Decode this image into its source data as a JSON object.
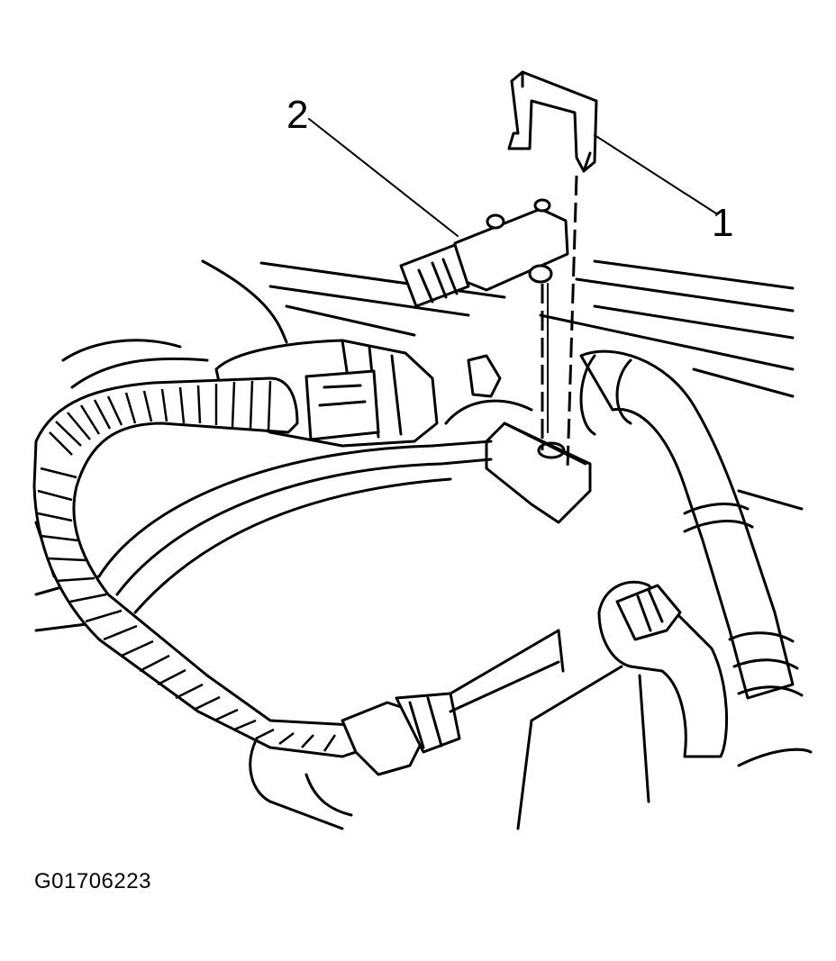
{
  "diagram": {
    "callouts": [
      {
        "id": "1",
        "label": "1"
      },
      {
        "id": "2",
        "label": "2"
      }
    ],
    "figure_id": "G01706223"
  },
  "colors": {
    "line": "#000000",
    "background": "#ffffff"
  }
}
